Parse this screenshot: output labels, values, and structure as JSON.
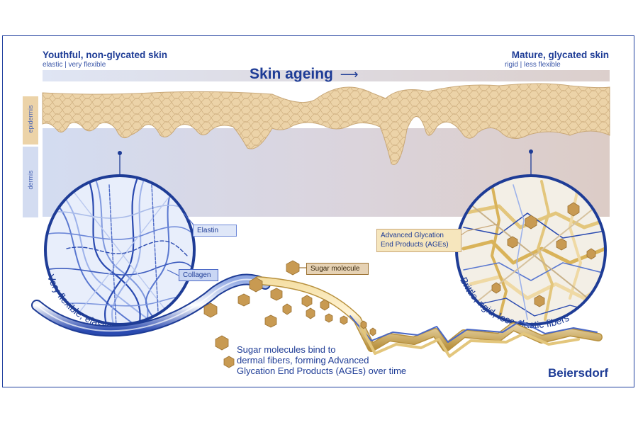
{
  "left_header": {
    "title": "Youthful, non-glycated skin",
    "subtitle": "elastic | very flexible"
  },
  "right_header": {
    "title": "Mature, glycated skin",
    "subtitle": "rigid | less flexible"
  },
  "banner": {
    "label": "Skin ageing",
    "arrow": "⟶"
  },
  "layers": {
    "epidermis": "epidermis",
    "dermis": "dermis"
  },
  "labels": {
    "elastin": "Elastin",
    "collagen": "Collagen",
    "sugar_molecule": "Sugar molecule",
    "ages": "Advanced Glycation End Products (AGEs)",
    "ages_line1": "Advanced Glycation",
    "ages_line2": "End Products (AGEs)"
  },
  "captions": {
    "left_circle": "Very flexible, elastic fibers",
    "right_circle": "Brittle, rigid, less elastic fibers",
    "bottom_line1": "Sugar molecules bind to",
    "bottom_line2": "dermal fibers, forming Advanced",
    "bottom_line3": "Glycation End Products (AGEs) over time"
  },
  "brand": {
    "name": "Beiersdorf"
  },
  "colors": {
    "brand_blue": "#1e3c96",
    "epidermis_tan": "#e9cfa3",
    "gold": "#d9b35a",
    "dermis_blue": "#d4ddf0",
    "dermis_mauve": "#d9cbc8"
  }
}
